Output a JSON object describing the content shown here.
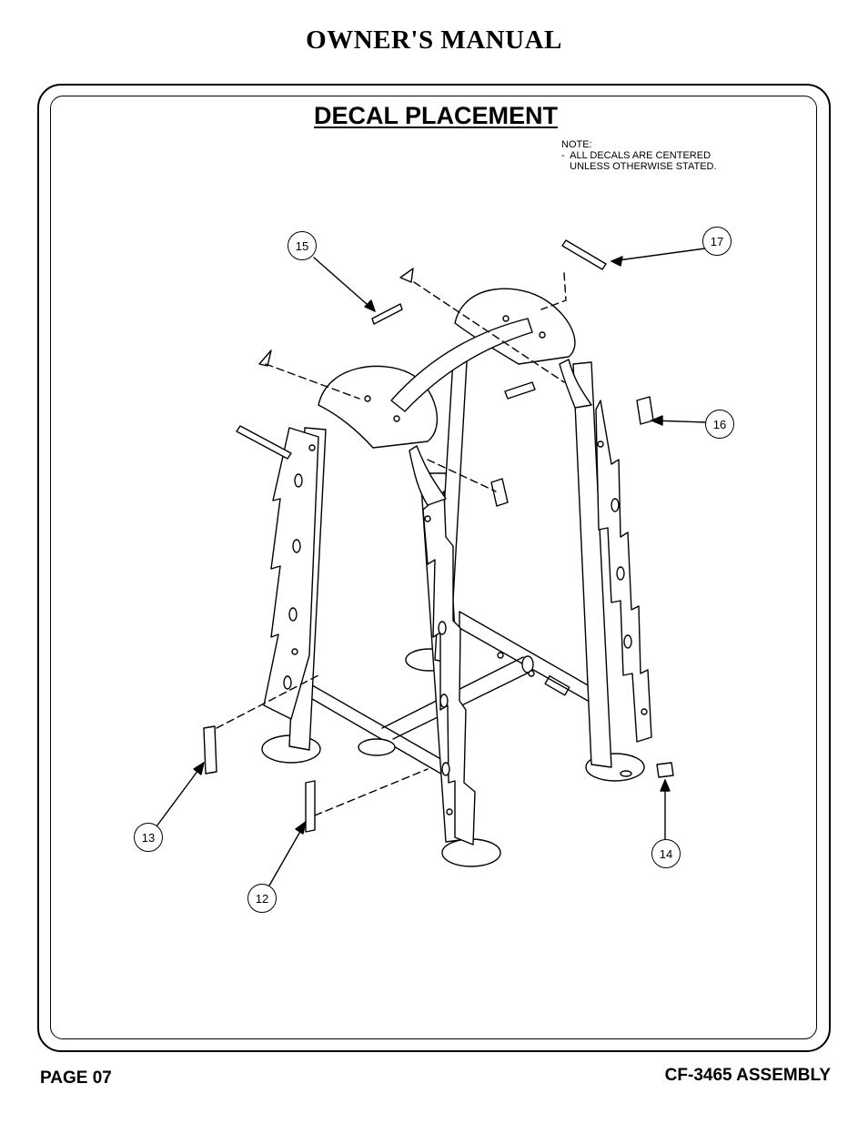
{
  "header": {
    "title": "OWNER'S MANUAL"
  },
  "section": {
    "title": "DECAL PLACEMENT"
  },
  "note": {
    "text": "NOTE:\n-  ALL DECALS ARE CENTERED\n   UNLESS OTHERWISE STATED."
  },
  "callouts": {
    "c12": "12",
    "c13": "13",
    "c14": "14",
    "c15": "15",
    "c16": "16",
    "c17": "17"
  },
  "footer": {
    "page": "PAGE 07",
    "model": "CF-3465 ASSEMBLY"
  }
}
